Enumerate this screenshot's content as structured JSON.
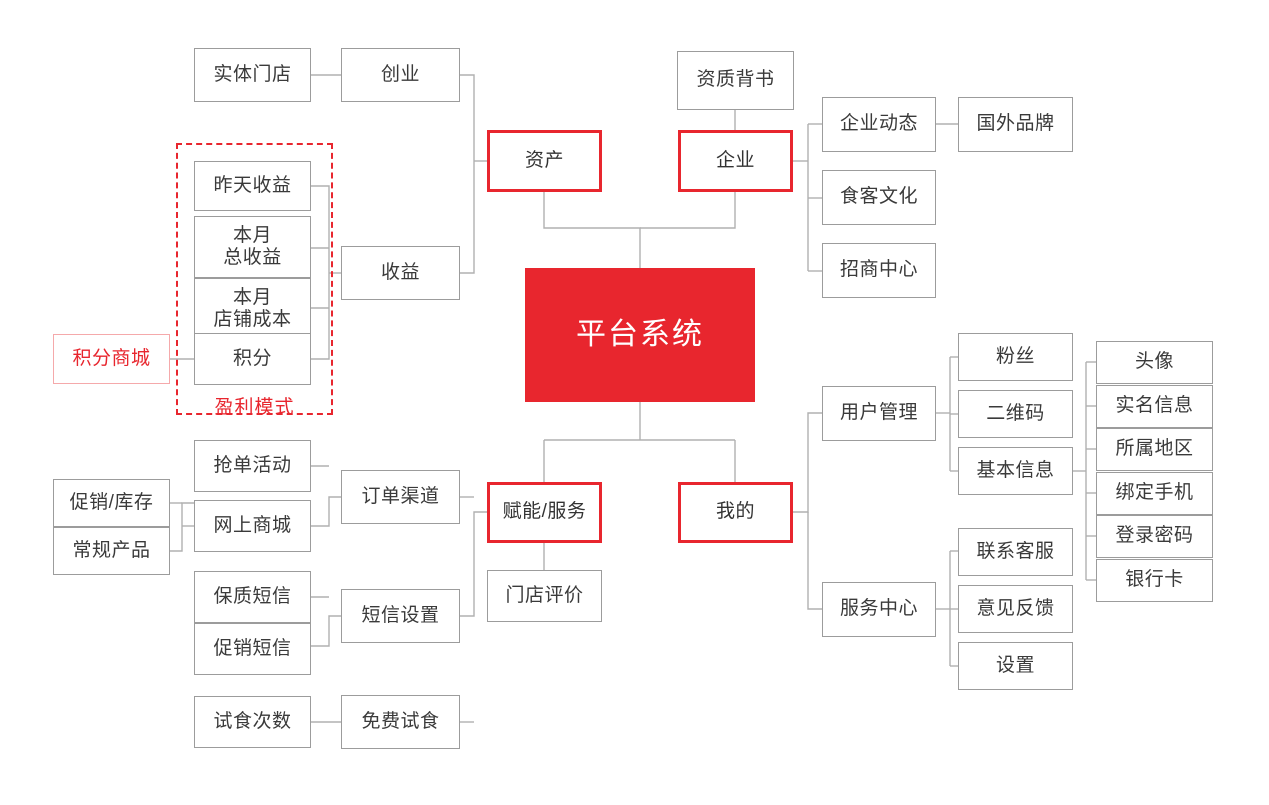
{
  "diagram": {
    "title": "平台系统",
    "colors": {
      "accent_red": "#e8262e",
      "box_border_gray": "#9c9c9c",
      "wire_gray": "#b0b0b0",
      "pink_border": "#f5a9ab",
      "text_dark": "#3a3a3a",
      "background": "#ffffff"
    },
    "root": {
      "label": "平台系统"
    },
    "groups": [
      {
        "caption": "盈利模式"
      }
    ],
    "branches": {
      "asset": {
        "label": "资产",
        "children": [
          {
            "label": "创业",
            "children": [
              {
                "label": "实体门店"
              }
            ]
          },
          {
            "label": "收益",
            "children": [
              {
                "label": "昨天收益"
              },
              {
                "label": "本月\n总收益"
              },
              {
                "label": "本月\n店铺成本"
              },
              {
                "label": "积分",
                "children": [
                  {
                    "label": "积分商城"
                  }
                ]
              }
            ]
          }
        ]
      },
      "enterprise": {
        "label": "企业",
        "children": [
          {
            "label": "资质背书"
          },
          {
            "label": "企业动态",
            "children": [
              {
                "label": "国外品牌"
              }
            ]
          },
          {
            "label": "食客文化"
          },
          {
            "label": "招商中心"
          }
        ]
      },
      "service": {
        "label": "赋能/服务",
        "children": [
          {
            "label": "订单渠道",
            "children": [
              {
                "label": "抢单活动"
              },
              {
                "label": "网上商城",
                "children": [
                  {
                    "label": "促销/库存"
                  },
                  {
                    "label": "常规产品"
                  }
                ]
              }
            ]
          },
          {
            "label": "短信设置",
            "children": [
              {
                "label": "保质短信"
              },
              {
                "label": "促销短信"
              }
            ]
          },
          {
            "label": "免费试食",
            "children": [
              {
                "label": "试食次数"
              }
            ]
          },
          {
            "label": "门店评价"
          }
        ]
      },
      "mine": {
        "label": "我的",
        "children": [
          {
            "label": "用户管理",
            "children": [
              {
                "label": "粉丝"
              },
              {
                "label": "二维码"
              },
              {
                "label": "基本信息",
                "children": [
                  {
                    "label": "头像"
                  },
                  {
                    "label": "实名信息"
                  },
                  {
                    "label": "所属地区"
                  },
                  {
                    "label": "绑定手机"
                  },
                  {
                    "label": "登录密码"
                  },
                  {
                    "label": "银行卡"
                  }
                ]
              }
            ]
          },
          {
            "label": "服务中心",
            "children": [
              {
                "label": "联系客服"
              },
              {
                "label": "意见反馈"
              },
              {
                "label": "设置"
              }
            ]
          }
        ]
      }
    }
  }
}
